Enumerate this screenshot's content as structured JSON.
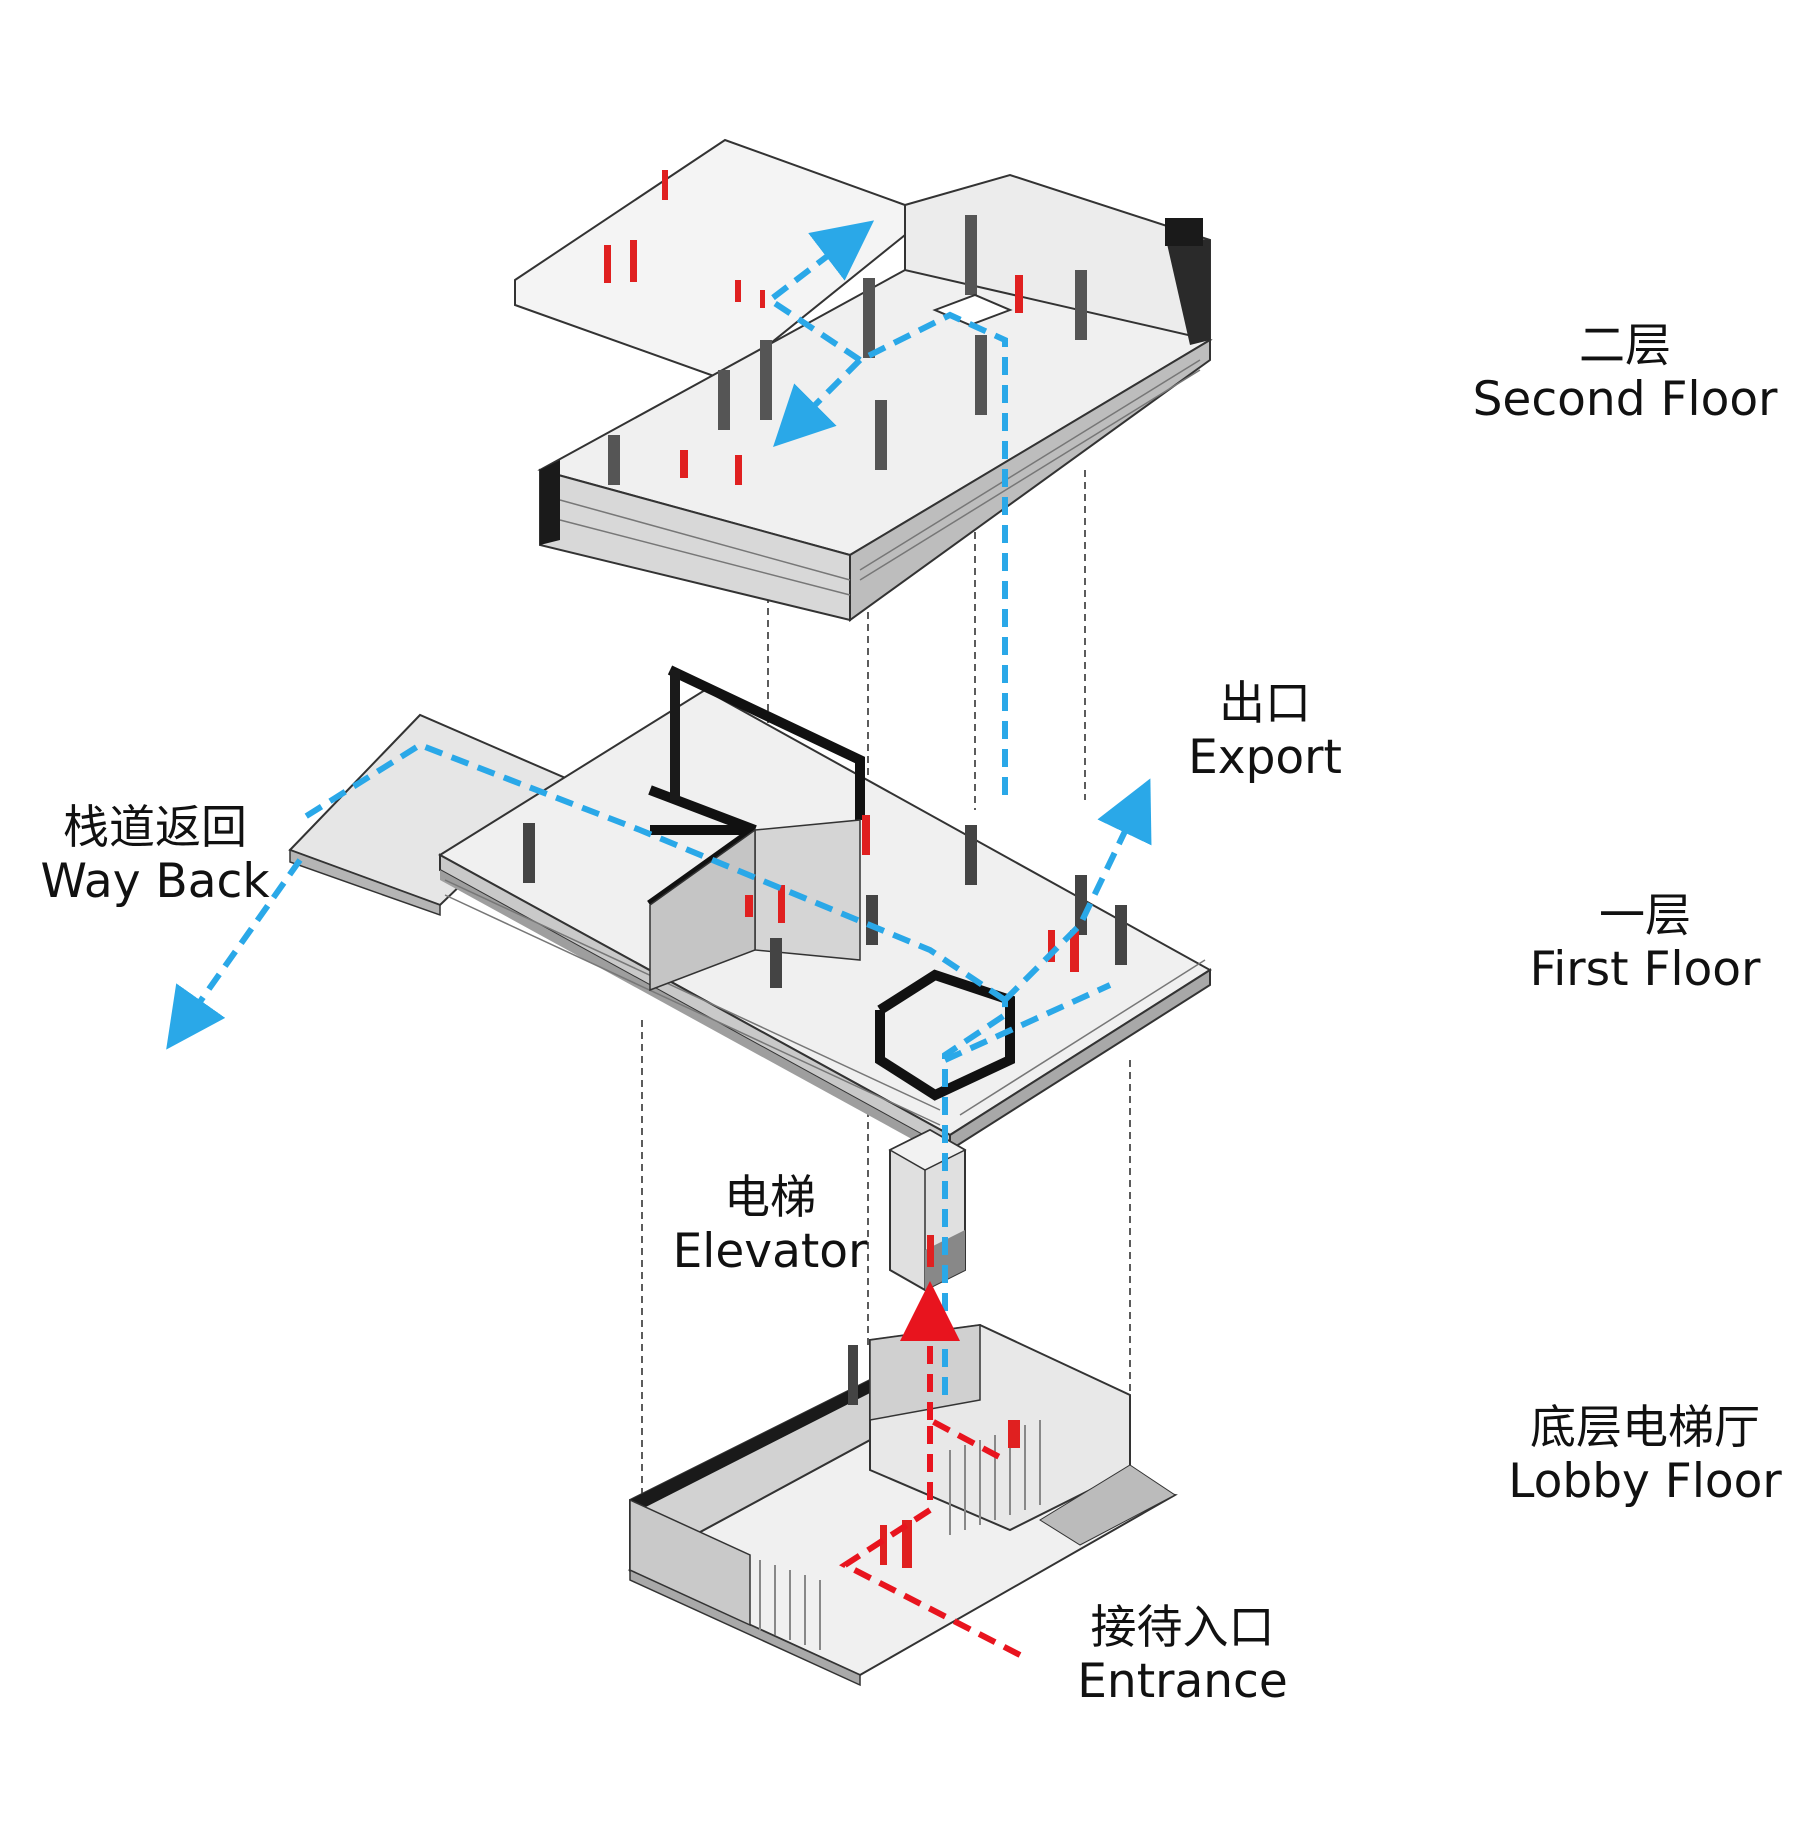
{
  "colors": {
    "path_blue": "#2aa8e8",
    "path_red": "#e8141e",
    "wall_dark": "#1a1a1a",
    "floor_light": "#f2f2f2",
    "wall_grey": "#d4d4d4",
    "figure_red": "#e02020"
  },
  "labels": {
    "second_floor": {
      "cn": "二层",
      "en": "Second Floor"
    },
    "first_floor": {
      "cn": "一层",
      "en": "First Floor"
    },
    "lobby_floor": {
      "cn": "底层电梯厅",
      "en": "Lobby Floor"
    },
    "export": {
      "cn": "出口",
      "en": "Export"
    },
    "way_back": {
      "cn": "栈道返回",
      "en": "Way Back"
    },
    "elevator": {
      "cn": "电梯",
      "en": "Elevator"
    },
    "entrance": {
      "cn": "接待入口",
      "en": "Entrance"
    }
  }
}
